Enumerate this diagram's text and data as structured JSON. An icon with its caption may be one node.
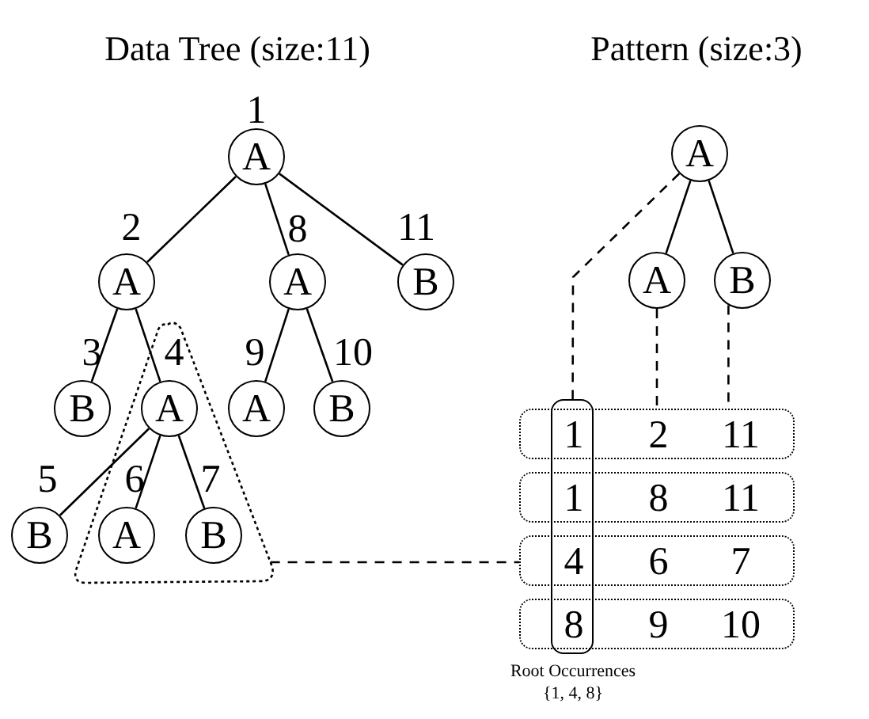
{
  "diagram": {
    "nodes": [
      {
        "text": [
          "A"
        ],
        "beside": [
          "1"
        ]
      },
      {
        "text": [
          "A"
        ],
        "beside": [
          "2"
        ]
      },
      {
        "text": [
          "A"
        ],
        "beside": [
          "8"
        ]
      },
      {
        "text": [
          "B"
        ],
        "beside": [
          "11"
        ]
      },
      {
        "text": [
          "B"
        ],
        "beside": [
          "3"
        ]
      },
      {
        "text": [],
        "shape": "triangle"
      },
      {
        "text": [
          "A"
        ],
        "beside": [
          "4"
        ],
        "in": 5
      },
      {
        "text": [
          "A"
        ],
        "beside": [
          "9"
        ]
      },
      {
        "text": [
          "B"
        ],
        "beside": [
          "10"
        ]
      },
      {
        "text": [
          "B"
        ],
        "beside": [
          "5"
        ]
      },
      {
        "text": [
          "A"
        ],
        "beside": [
          "6"
        ],
        "in": 5
      },
      {
        "text": [
          "B"
        ],
        "beside": [
          "7"
        ],
        "in": 5
      },
      {
        "text": [
          "A"
        ]
      },
      {
        "text": [
          "A"
        ]
      },
      {
        "text": [
          "B"
        ]
      },
      {
        "text": [
          "1",
          "1",
          "4",
          "8"
        ],
        "beside": [
          "Root Occurrences",
          "{1, 4, 8}"
        ]
      },
      {
        "text": [
          "2",
          "11"
        ]
      },
      {
        "text": [
          "8",
          "11"
        ]
      },
      {
        "text": [
          "6",
          "7"
        ]
      },
      {
        "text": [
          "9",
          "10"
        ]
      }
    ],
    "edges": [
      {
        "from": 0,
        "to": 1,
        "arrow": "none"
      },
      {
        "from": 0,
        "to": 2,
        "arrow": "none"
      },
      {
        "from": 0,
        "to": 3,
        "arrow": "none"
      },
      {
        "from": 1,
        "to": 4,
        "arrow": "none"
      },
      {
        "from": 1,
        "to": 6,
        "arrow": "none"
      },
      {
        "from": 2,
        "to": 7,
        "arrow": "none"
      },
      {
        "from": 2,
        "to": 8,
        "arrow": "none"
      },
      {
        "from": 6,
        "to": 9,
        "arrow": "none"
      },
      {
        "from": 6,
        "to": 10,
        "arrow": "none"
      },
      {
        "from": 6,
        "to": 11,
        "arrow": "none"
      },
      {
        "from": 12,
        "to": 13,
        "arrow": "none"
      },
      {
        "from": 12,
        "to": 14,
        "arrow": "none"
      },
      {
        "from": 12,
        "to": 15,
        "arrow": "none",
        "style": "dashed"
      },
      {
        "from": 13,
        "to": 16,
        "arrow": "none",
        "style": "dashed"
      },
      {
        "from": 14,
        "to": 16,
        "arrow": "none",
        "style": "dashed"
      },
      {
        "from": 5,
        "to": 18,
        "arrow": "none",
        "style": "dashed"
      }
    ],
    "labels": [
      "Data Tree (size:11)",
      "Pattern (size:3)"
    ]
  }
}
